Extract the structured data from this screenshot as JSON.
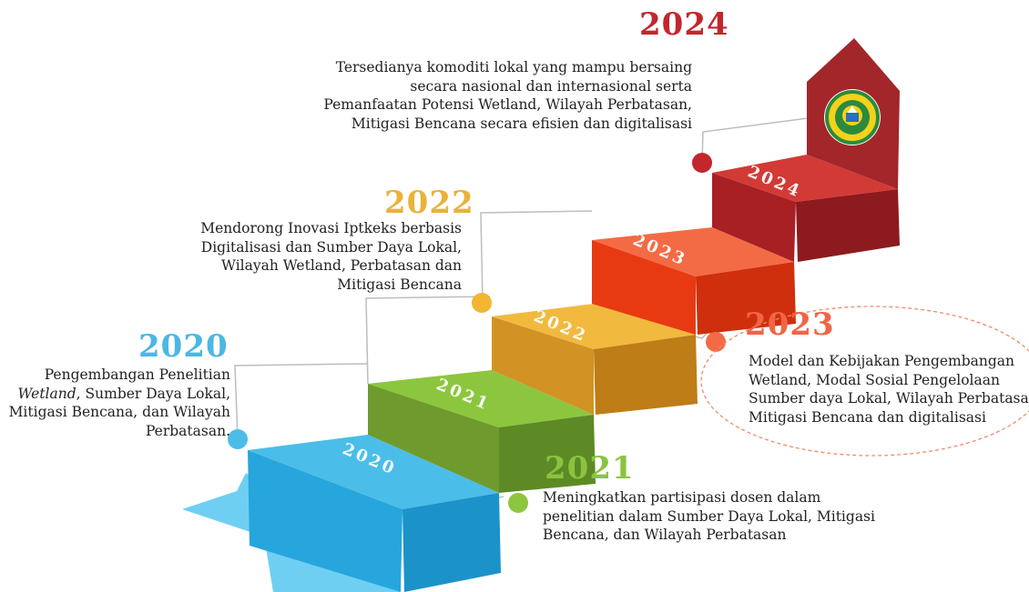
{
  "milestones": {
    "m2020": {
      "year": "2020",
      "line1": "Pengembangan Penelitian",
      "line2_em": "Wetland",
      "line2_rest": ", Sumber Daya Lokal,",
      "line3": "Mitigasi Bencana, dan Wilayah",
      "line4": "Perbatasan."
    },
    "m2021": {
      "year": "2021",
      "lines": [
        "Meningkatkan partisipasi dosen dalam",
        "penelitian dalam Sumber Daya Lokal, Mitigasi",
        "Bencana, dan Wilayah Perbatasan"
      ]
    },
    "m2022": {
      "year": "2022",
      "lines": [
        "Mendorong Inovasi Iptkeks berbasis",
        "Digitalisasi dan Sumber Daya Lokal,",
        "Wilayah Wetland, Perbatasan dan",
        "Mitigasi Bencana"
      ]
    },
    "m2023": {
      "year": "2023",
      "lines": [
        "Model dan Kebijakan Pengembangan",
        "Wetland, Modal Sosial Pengelolaan",
        "Sumber daya Lokal, Wilayah Perbatasan,",
        "Mitigasi Bencana dan digitalisasi"
      ]
    },
    "m2024": {
      "year": "2024",
      "lines": [
        "Tersedianya komoditi lokal yang mampu bersaing",
        "secara nasional dan internasional serta",
        "Pemanfaatan Potensi Wetland, Wilayah Perbatasan,",
        "Mitigasi Bencana secara efisien dan digitalisasi"
      ]
    }
  },
  "steps": {
    "s2020": "2020",
    "s2021": "2021",
    "s2022": "2022",
    "s2023": "2023",
    "s2024": "2024"
  },
  "colors": {
    "c2020": "#4cbde9",
    "c2021": "#8cc63f",
    "c2022": "#f2b632",
    "c2023": "#f36b45",
    "c2024": "#c1272d",
    "year2020": "#4bb7e4",
    "year2021": "#8ac43f",
    "year2022": "#e9b23a",
    "year2023": "#f06546",
    "year2024": "#c1272d"
  },
  "logo_icon": "university-emblem-icon"
}
